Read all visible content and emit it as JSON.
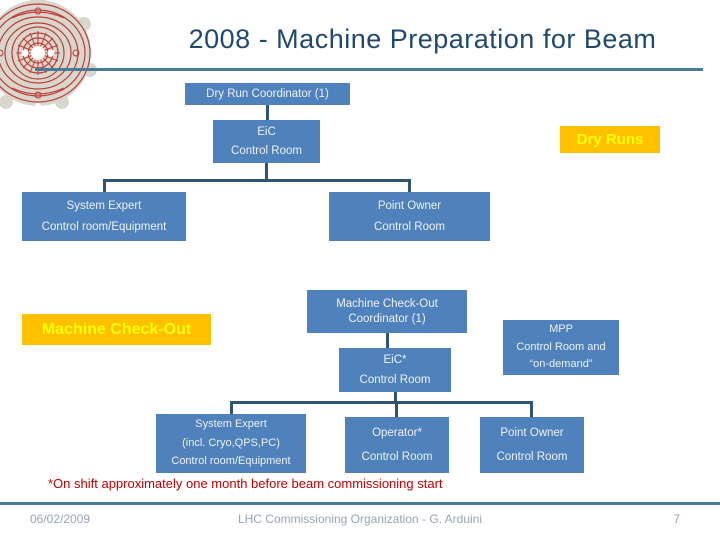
{
  "title": "2008 - Machine Preparation for Beam",
  "sections": {
    "dry_runs": {
      "label": "Dry Runs",
      "coordinator": "Dry Run Coordinator (1)",
      "eic": [
        "EiC",
        "Control Room"
      ],
      "system_expert": [
        "System Expert",
        "Control room/Equipment"
      ],
      "point_owner": [
        "Point Owner",
        "Control Room"
      ]
    },
    "machine_checkout": {
      "label": "Machine Check-Out",
      "coordinator": [
        "Machine Check-Out",
        "Coordinator (1)"
      ],
      "eic": [
        "EiC*",
        "Control Room"
      ],
      "mpp": [
        "MPP",
        "Control Room and",
        "“on-demand”"
      ],
      "system_expert": [
        "System Expert",
        "(incl. Cryo,QPS,PC)",
        "Control room/Equipment"
      ],
      "operator": [
        "Operator*",
        "Control Room"
      ],
      "point_owner": [
        "Point Owner",
        "Control Room"
      ]
    }
  },
  "note": "*On shift approximately one month before beam commissioning start",
  "footer": {
    "date": "06/02/2009",
    "center": "LHC Commissioning Organization - G. Arduini",
    "page": "7"
  },
  "icons": {
    "logo": "lhc-dipole-field-logo"
  },
  "colors": {
    "box_blue": "#4f81bd",
    "connector_blue": "#2f5575",
    "label_amber": "#ffc000",
    "label_yellow_text": "#ffff00",
    "title_navy": "#21496f",
    "note_red": "#c00000",
    "footer_grey_blue": "#98a4b5",
    "rule_steel_blue": "#4a7a96",
    "logo_grey": "#d8d7ce",
    "logo_red": "#c23b33"
  }
}
